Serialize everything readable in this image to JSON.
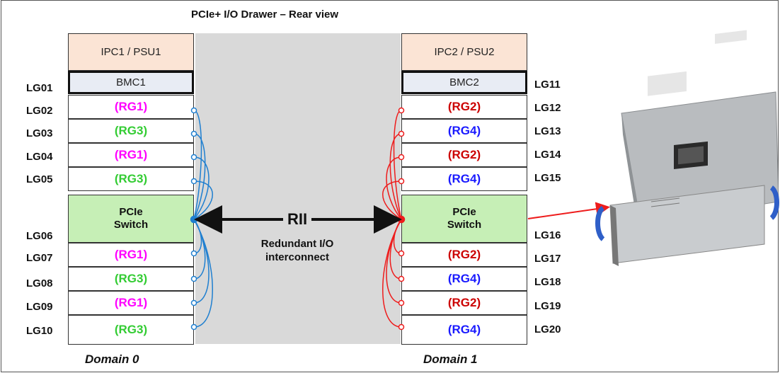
{
  "title": "PCIe+ I/O Drawer – Rear view",
  "left": {
    "ipc": "IPC1 / PSU1",
    "bmc": "BMC1",
    "slots_top": [
      {
        "label": "(RG1)",
        "color": "#ff00ff"
      },
      {
        "label": "(RG3)",
        "color": "#33cc33"
      },
      {
        "label": "(RG1)",
        "color": "#ff00ff"
      },
      {
        "label": "(RG3)",
        "color": "#33cc33"
      }
    ],
    "switch_line1": "PCIe",
    "switch_line2": "Switch",
    "slots_bottom": [
      {
        "label": "(RG1)",
        "color": "#ff00ff"
      },
      {
        "label": "(RG3)",
        "color": "#33cc33"
      },
      {
        "label": "(RG1)",
        "color": "#ff00ff"
      },
      {
        "label": "(RG3)",
        "color": "#33cc33"
      }
    ],
    "lg_labels": [
      "LG01",
      "LG02",
      "LG03",
      "LG04",
      "LG05",
      "LG06",
      "LG07",
      "LG08",
      "LG09",
      "LG10"
    ],
    "domain": "Domain 0",
    "cable_color": "#1f7fd0"
  },
  "right": {
    "ipc": "IPC2 / PSU2",
    "bmc": "BMC2",
    "slots_top": [
      {
        "label": "(RG2)",
        "color": "#cc0000"
      },
      {
        "label": "(RG4)",
        "color": "#1a1aff"
      },
      {
        "label": "(RG2)",
        "color": "#cc0000"
      },
      {
        "label": "(RG4)",
        "color": "#1a1aff"
      }
    ],
    "switch_line1": "PCIe",
    "switch_line2": "Switch",
    "slots_bottom": [
      {
        "label": "(RG2)",
        "color": "#cc0000"
      },
      {
        "label": "(RG4)",
        "color": "#1a1aff"
      },
      {
        "label": "(RG2)",
        "color": "#cc0000"
      },
      {
        "label": "(RG4)",
        "color": "#1a1aff"
      }
    ],
    "lg_labels": [
      "LG11",
      "LG12",
      "LG13",
      "LG14",
      "LG15",
      "LG16",
      "LG17",
      "LG18",
      "LG19",
      "LG20"
    ],
    "domain": "Domain 1",
    "cable_color": "#ee1c1c"
  },
  "rii": {
    "label": "RII",
    "line1": "Redundant I/O",
    "line2": "interconnect"
  },
  "hardware_image": {
    "icon": "pcie-switch-card-photo",
    "arrow_color": "#ee1c1c"
  }
}
